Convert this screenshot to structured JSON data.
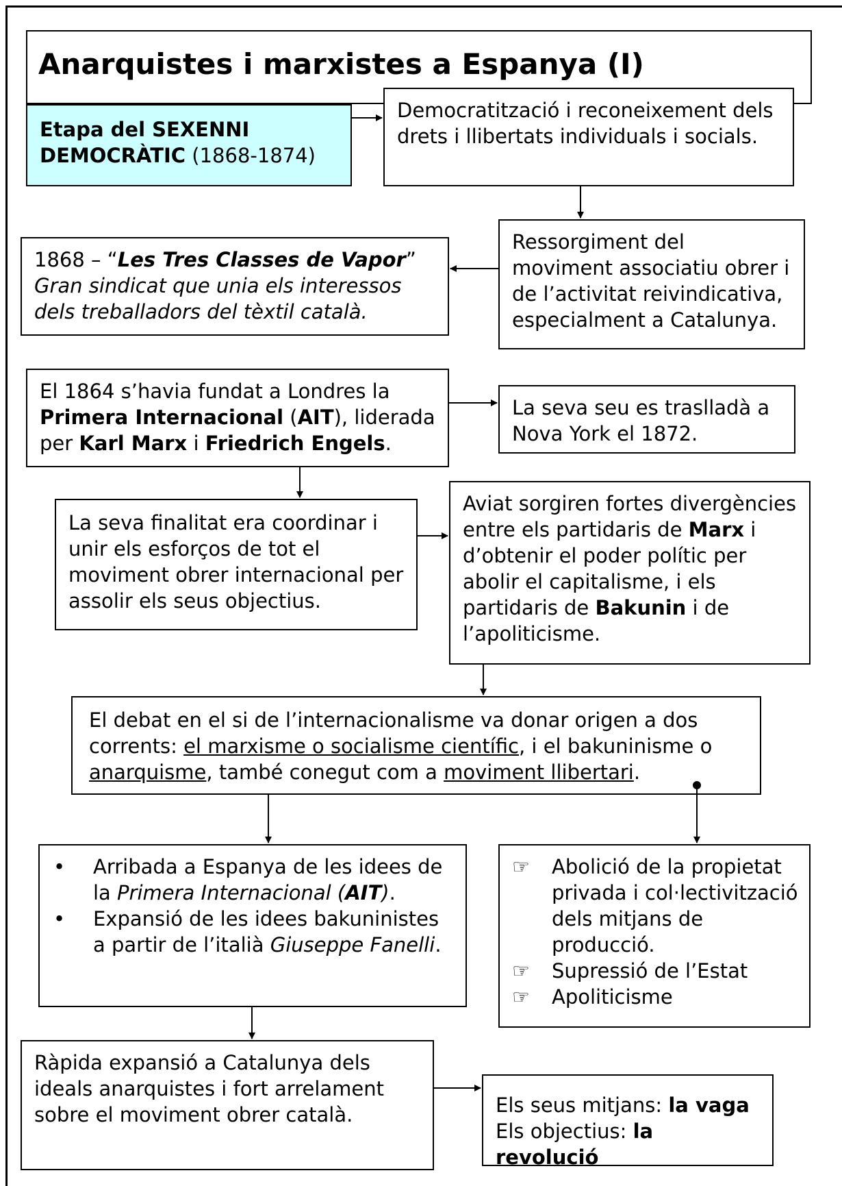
{
  "title": "Anarquistes i marxistes a Espanya (I)",
  "icons": {
    "bullet": "•",
    "pointing_hand": "☞"
  },
  "boxes": {
    "sexenni": {
      "line1": "Etapa del SEXENNI",
      "line2_bold": "DEMOCRÀTIC",
      "line2_rest": " (1868-1874)",
      "fill_color": "#ccffff"
    },
    "democratitzacio": "Democratització i reconeixement dels drets i llibertats individuals i socials.",
    "ressorgiment": "Ressorgiment del moviment associatiu obrer i de l’activitat reivindicativa, especialment a Catalunya.",
    "tres_classes": {
      "prefix": "1868 – “",
      "name": "Les Tres Classes de Vapor",
      "suffix": "”",
      "description": "Gran sindicat que unia els interessos dels treballadors del tèxtil català."
    },
    "primera_internacional": {
      "t1": "El 1864 s’havia fundat a Londres la ",
      "b1": "Primera Internacional",
      "t2": " (",
      "b2": "AIT",
      "t3": "), liderada per ",
      "b3": "Karl Marx",
      "t4": " i ",
      "b4": "Friedrich Engels",
      "t5": "."
    },
    "nova_york": "La seva seu es traslladà a Nova York el 1872.",
    "finalitat": "La seva finalitat era coordinar i unir els esforços de tot el moviment obrer internacional per assolir els seus objectius.",
    "divergencies": {
      "t1": "Aviat sorgiren fortes divergències entre els partidaris de ",
      "b1": "Marx",
      "t2": " i d’obtenir el poder polític per abolir el capitalisme, i els partidaris de ",
      "b2": "Bakunin",
      "t3": " i de l’apoliticisme."
    },
    "debat": {
      "t1": "El debat en el si de l’internacionalisme va donar origen a dos corrents: ",
      "u1": "el marxisme o socialisme científic",
      "t2": ", i el bakuninisme o ",
      "u2": "anarquisme",
      "t3": ", també conegut com a ",
      "u3": "moviment llibertari",
      "t4": "."
    },
    "arribada": {
      "item1_a": "Arribada a Espanya de les idees de la ",
      "item1_i": "Primera Internacional (",
      "item1_bi": "AIT",
      "item1_i2": ")",
      "item1_end": ".",
      "item2_a": "Expansió de les idees bakuninistes a partir de l’italià ",
      "item2_i": "Giuseppe Fanelli",
      "item2_end": "."
    },
    "principis": [
      "Abolició de la propietat privada i col·lectivització dels mitjans de producció.",
      "Supressió de l’Estat",
      "Apoliticisme"
    ],
    "rapida": "Ràpida expansió a Catalunya dels ideals anarquistes i fort arrelament sobre el moviment obrer català.",
    "mitjans": {
      "label1": "Els seus mitjans: ",
      "value1": "la vaga",
      "label2": "Els objectius: ",
      "value2": "la revolució"
    }
  }
}
